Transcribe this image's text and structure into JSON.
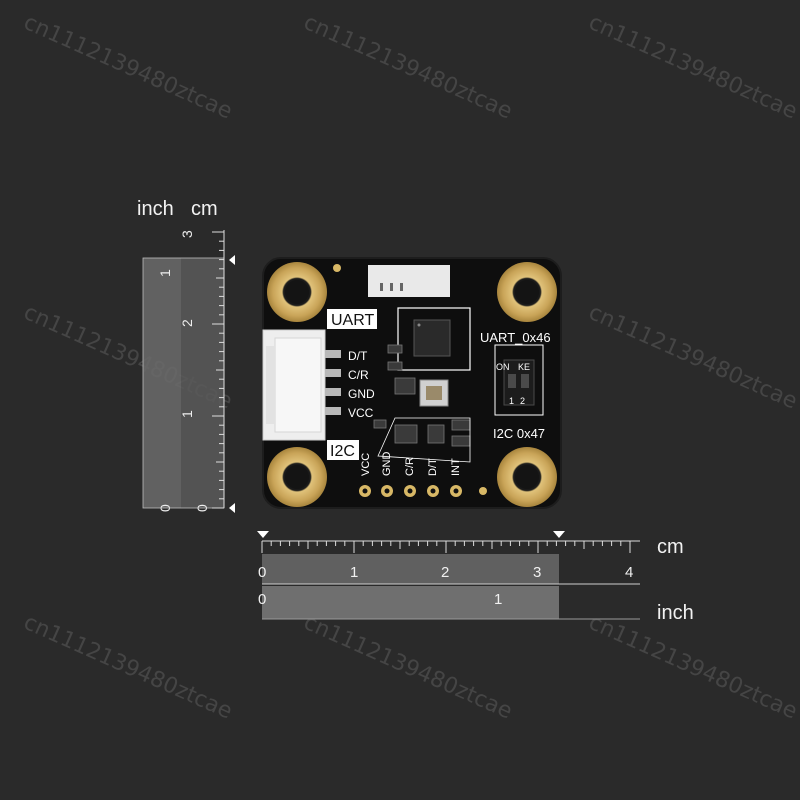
{
  "watermark": "cn1112139480ztcae",
  "rulers": {
    "vertical": {
      "unit_inch": "inch",
      "unit_cm": "cm",
      "inch_labels": [
        "0",
        "1"
      ],
      "cm_labels": [
        "0",
        "1",
        "2",
        "3"
      ]
    },
    "horizontal": {
      "unit_cm": "cm",
      "unit_inch": "inch",
      "cm_labels": [
        "0",
        "1",
        "2",
        "3",
        "4"
      ],
      "inch_labels": [
        "0",
        "1"
      ]
    }
  },
  "board": {
    "top_label": "UART",
    "bottom_label": "I2C",
    "connector_pins": [
      "D/T",
      "C/R",
      "GND",
      "VCC"
    ],
    "header_pins": [
      "VCC",
      "GND",
      "C/R",
      "D/T",
      "INT"
    ],
    "switch": {
      "uart_addr": "UART_0x46",
      "i2c_addr": "I2C  0x47",
      "on_label": "ON",
      "key_label": "KE",
      "pos1": "1",
      "pos2": "2"
    }
  }
}
